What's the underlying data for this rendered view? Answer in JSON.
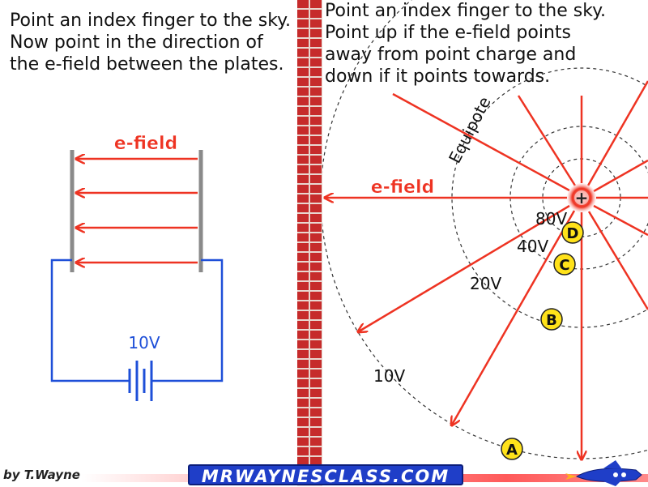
{
  "left_panel": {
    "instruction": "Point an index finger to the sky.\nNow point in the direction of\nthe e-field between the plates.",
    "efield_label": "e-field",
    "battery_label": "10V"
  },
  "right_panel": {
    "instruction": "Point an index finger to the sky.\nPoint up if the e-field points\naway from point charge and\ndown if it points towards.",
    "efield_label": "e-field",
    "equipotential_label": "Equipote",
    "charge_symbol": "+",
    "potentials": [
      "80V",
      "40V",
      "20V",
      "10V"
    ],
    "points": [
      "A",
      "B",
      "C",
      "D"
    ]
  },
  "footer": {
    "byline": "by T.Wayne",
    "site": "MRWAYNESCLASS.COM"
  },
  "colors": {
    "efield": "#ee3322",
    "circuit": "#1e4fd8",
    "plate": "#8a8a8a",
    "point_fill": "#ffe21a",
    "brick": "#c62b2b"
  }
}
